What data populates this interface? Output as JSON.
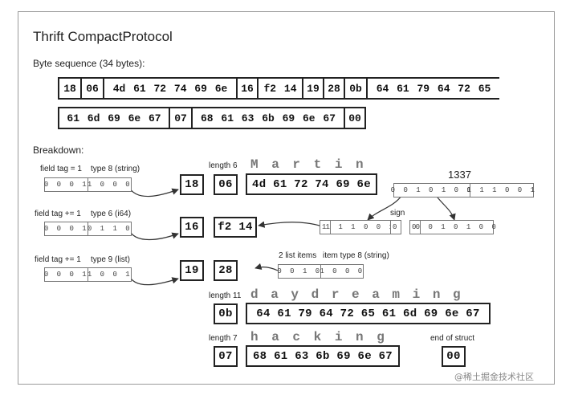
{
  "title": "Thrift CompactProtocol",
  "byte_sequence_label": "Byte sequence (34 bytes):",
  "row1": [
    "18",
    "06",
    "4d 61 72 74 69 6e",
    "16",
    "f2 14",
    "19",
    "28",
    "0b",
    "64 61 79 64 72 65"
  ],
  "row2": [
    "61 6d 69 6e 67",
    "07",
    "68 61 63 6b 69 6e 67",
    "00"
  ],
  "breakdown_label": "Breakdown:",
  "field1": {
    "tag_label": "field tag = 1",
    "type_label": "type 8 (string)",
    "tag_bits": "0 0 0 1",
    "type_bits": "1 0 0 0",
    "byte": "18",
    "length_label": "length 6",
    "length_byte": "06",
    "string_chars": "M a r t i n",
    "string_bytes": "4d 61 72 74 69 6e"
  },
  "field2": {
    "tag_label": "field tag += 1",
    "type_label": "type 6 (i64)",
    "tag_bits": "0 0 0 1",
    "type_bits": "0 1 1 0",
    "byte": "16",
    "value_bytes": "f2 14",
    "number": "1337",
    "number_bits_a": "0 0 1 0 1 0 0",
    "number_bits_b": "1 1 1 0 0 1",
    "sign_label": "sign",
    "enc_bit_a": "1",
    "enc_bits_b": "1 1 1 0 0 1",
    "enc_bit_c": "0",
    "enc_bit_d": "0",
    "enc_bits_e": "0 0 1 0 1 0 0"
  },
  "field3": {
    "tag_label": "field tag += 1",
    "type_label": "type 9 (list)",
    "tag_bits": "0 0 0 1",
    "type_bits": "1 0 0 1",
    "byte": "19",
    "list_byte": "28",
    "list_items_label": "2 list items",
    "item_type_label": "item type 8 (string)",
    "count_bits": "0 0 1 0",
    "itemtype_bits": "1 0 0 0"
  },
  "item1": {
    "length_label": "length 11",
    "length_byte": "0b",
    "chars": "d a y d r e a m i n g",
    "bytes": "64 61 79 64 72 65 61 6d 69 6e 67"
  },
  "item2": {
    "length_label": "length 7",
    "length_byte": "07",
    "chars": "h a c k i n g",
    "bytes": "68 61 63 6b 69 6e 67"
  },
  "end": {
    "label": "end of struct",
    "byte": "00"
  },
  "watermark": "@稀土掘金技术社区"
}
